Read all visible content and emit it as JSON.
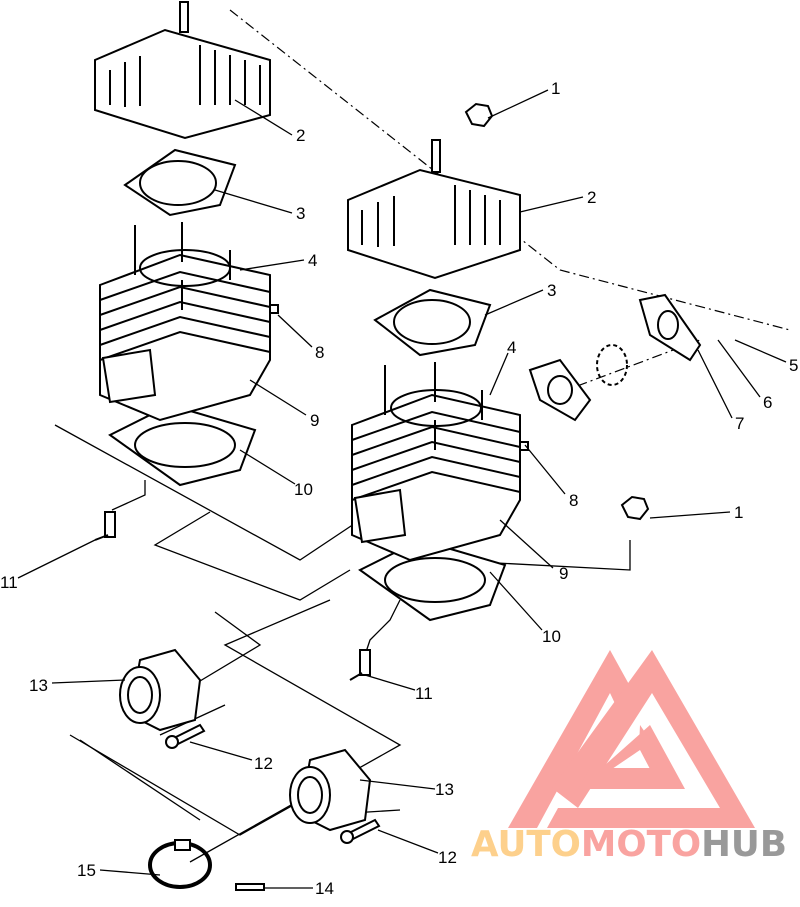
{
  "diagram": {
    "callouts_left": [
      "1",
      "2",
      "3",
      "4",
      "8",
      "9",
      "10",
      "11",
      "13",
      "12",
      "14",
      "15"
    ],
    "callouts_right": [
      "2",
      "3",
      "4",
      "5",
      "6",
      "7",
      "1",
      "8",
      "9",
      "10",
      "11",
      "13",
      "12"
    ]
  },
  "watermark": {
    "text_parts": [
      "AUTO",
      "MOTO",
      "HUB"
    ],
    "colors": {
      "auto": "#fdd08c",
      "moto": "#f9a3a0",
      "hub": "#999999",
      "logo": "#f9a3a0"
    }
  }
}
